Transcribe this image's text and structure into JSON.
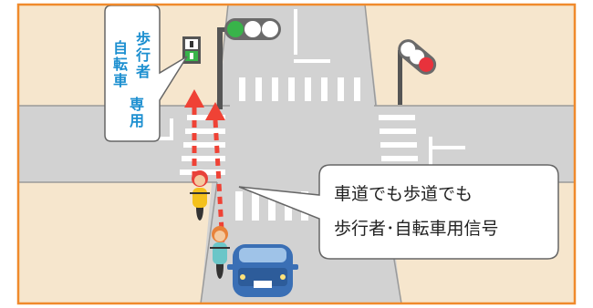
{
  "sign": {
    "col_right": "歩行者",
    "col_left": "自転車",
    "col_bottom": "専用"
  },
  "callout": {
    "line1": "車道でも歩道でも",
    "line2": "歩行者･自転車用信号"
  },
  "colors": {
    "border": "#f08a2c",
    "sidewalk": "#f6e6cd",
    "road": "#d2d2d2",
    "route": "#ef4235",
    "signal_green": "#38b44a",
    "signal_red": "#e8323c",
    "car": "#3a6fb5",
    "sign_text": "#1c8fd0"
  },
  "icons": [
    "vehicle-traffic-light-icon",
    "pedestrian-bicycle-signal-icon",
    "cyclist-icon",
    "car-icon",
    "route-arrow-icon"
  ]
}
